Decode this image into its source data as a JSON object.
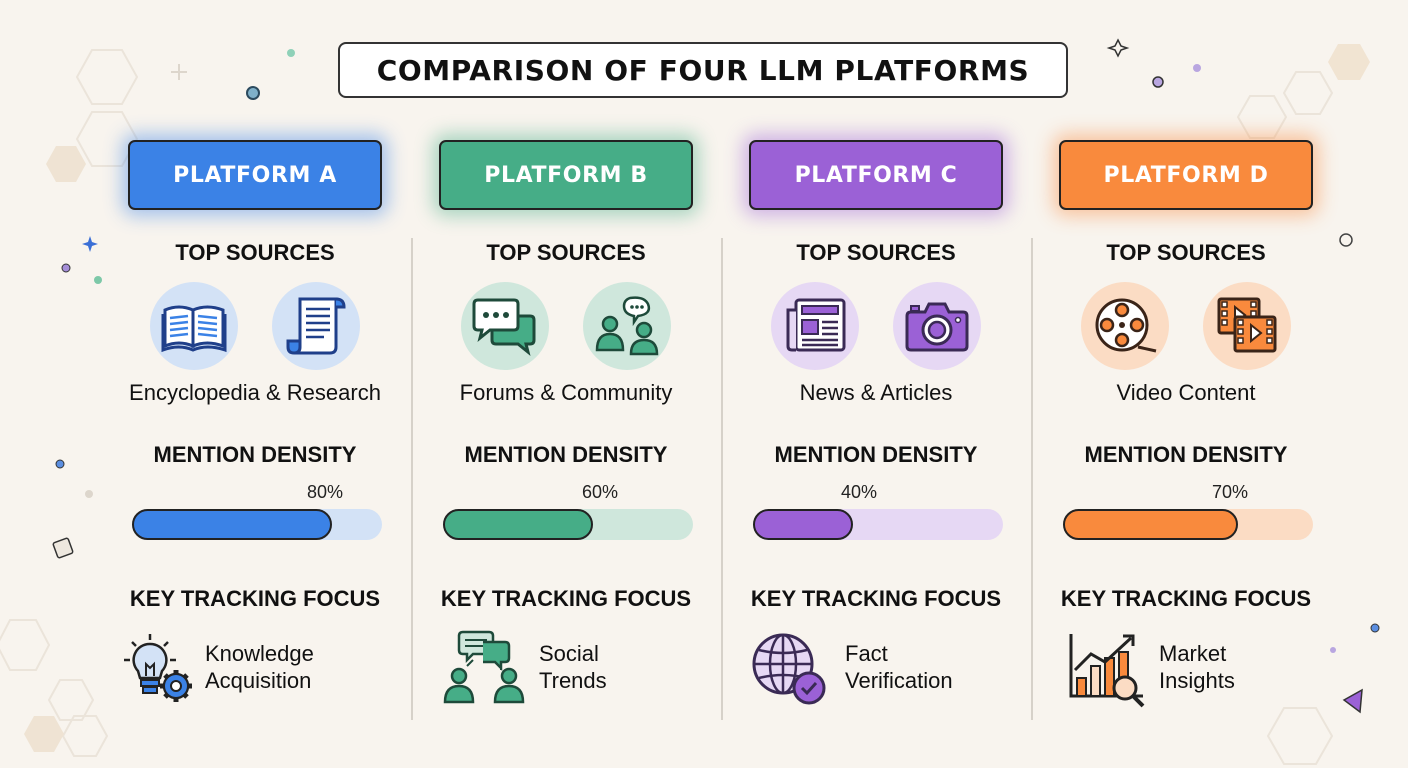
{
  "title": "COMPARISON OF FOUR LLM PLATFORMS",
  "section_labels": {
    "sources": "TOP SOURCES",
    "density": "MENTION DENSITY",
    "focus": "KEY TRACKING FOCUS"
  },
  "platforms": [
    {
      "name": "PLATFORM A",
      "color": "#3b82e6",
      "light": "#d3e2f6",
      "source_label": "Encyclopedia & Research",
      "source_icons": [
        "open-book-icon",
        "scroll-document-icon"
      ],
      "density_label": "80%",
      "density": 0.8,
      "focus_line1": "Knowledge",
      "focus_line2": "Acquisition",
      "focus_icon": "lightbulb-gear-icon"
    },
    {
      "name": "PLATFORM B",
      "color": "#46ad87",
      "light": "#cfe7dc",
      "source_label": "Forums & Community",
      "source_icons": [
        "chat-bubbles-icon",
        "people-chat-icon"
      ],
      "density_label": "60%",
      "density": 0.6,
      "focus_line1": "Social",
      "focus_line2": "Trends",
      "focus_icon": "social-network-icon"
    },
    {
      "name": "PLATFORM C",
      "color": "#9b61d6",
      "light": "#e6d8f4",
      "source_label": "News & Articles",
      "source_icons": [
        "newspaper-icon",
        "camera-icon"
      ],
      "density_label": "40%",
      "density": 0.4,
      "focus_line1": "Fact",
      "focus_line2": "Verification",
      "focus_icon": "globe-check-icon"
    },
    {
      "name": "PLATFORM D",
      "color": "#f98a3d",
      "light": "#fbdcc4",
      "source_label": "Video Content",
      "source_icons": [
        "film-reel-icon",
        "video-player-icon"
      ],
      "density_label": "70%",
      "density": 0.7,
      "focus_line1": "Market",
      "focus_line2": "Insights",
      "focus_icon": "chart-magnifier-icon"
    }
  ]
}
